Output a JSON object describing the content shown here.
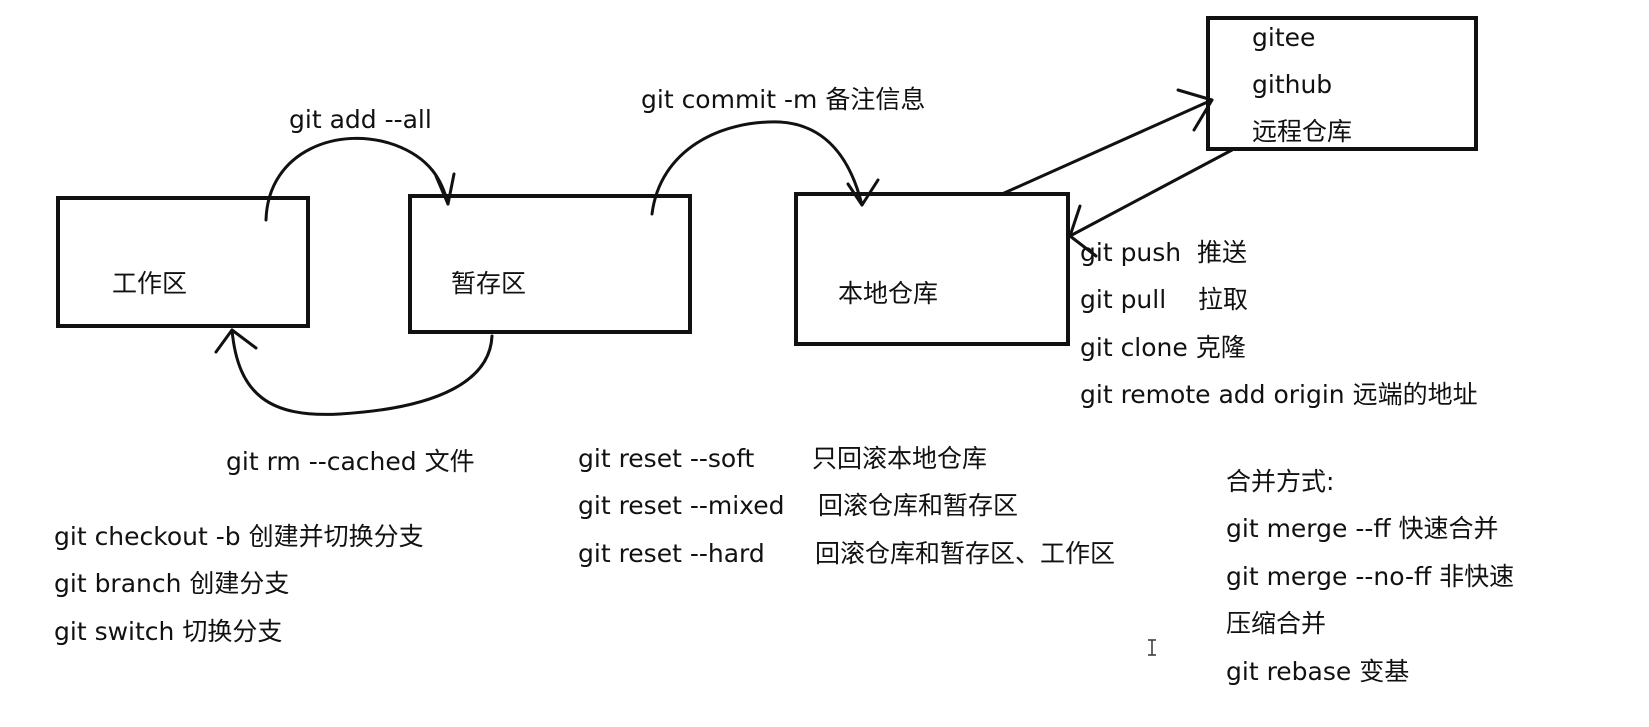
{
  "colors": {
    "ink": "#111111",
    "background": "#ffffff"
  },
  "boxes": {
    "workspace": "工作区",
    "staging": "暂存区",
    "local_repo": "本地仓库",
    "remote": [
      "gitee",
      "github",
      "远程仓库"
    ]
  },
  "arrows": {
    "add": "git add --all",
    "commit": "git commit -m 备注信息",
    "rm_cached": "git rm --cached 文件"
  },
  "remote_cmds": [
    "git push  推送",
    "git pull    拉取",
    "git clone 克隆",
    "git remote add origin 远端的地址"
  ],
  "branch_cmds": [
    "git checkout -b 创建并切换分支",
    "git branch 创建分支",
    "git switch 切换分支"
  ],
  "reset_cmds": [
    {
      "cmd": "git reset --soft",
      "desc": "只回滚本地仓库"
    },
    {
      "cmd": "git reset --mixed",
      "desc": "回滚仓库和暂存区"
    },
    {
      "cmd": "git reset --hard",
      "desc": "回滚仓库和暂存区、工作区"
    }
  ],
  "merge": {
    "title": "合并方式:",
    "items": [
      "git merge --ff 快速合并",
      "git merge --no-ff 非快速",
      "压缩合并",
      "git rebase 变基"
    ]
  }
}
